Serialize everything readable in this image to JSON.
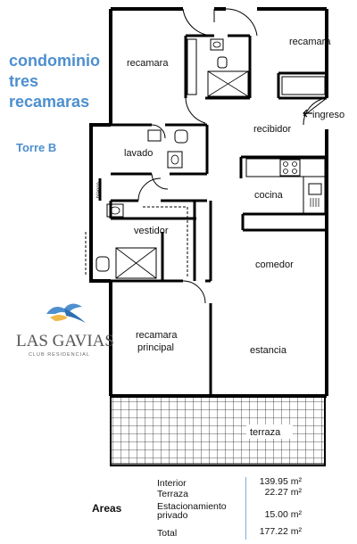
{
  "title_lines": [
    "condominio",
    "tres",
    "recamaras"
  ],
  "tower": "Torre B",
  "rooms": {
    "recamara_left": "recamara",
    "recamara_right": "recamara",
    "ingreso": "ingreso",
    "recibidor": "recibidor",
    "lavado": "lavado",
    "blanco": "blanco",
    "cocina": "cocina",
    "vestidor": "vestidor",
    "comedor": "comedor",
    "recamara_principal_1": "recamara",
    "recamara_principal_2": "principal",
    "estancia": "estancia",
    "terraza": "terraza"
  },
  "logo": {
    "name": "LAS GAVIAS",
    "subtitle": "CLUB RESIDENCIAL"
  },
  "areas": {
    "heading": "Areas",
    "rows": [
      {
        "label": "Interior",
        "value": "139.95 m²"
      },
      {
        "label": "Terraza",
        "value": "22.27 m²"
      },
      {
        "label": "Estacionamiento",
        "label2": "privado",
        "value": "15.00 m²"
      },
      {
        "label": "Total",
        "value": "177.22 m²"
      }
    ]
  },
  "colors": {
    "title": "#4d8fcf",
    "wall": "#000000",
    "divider": "#7ab0dc"
  }
}
